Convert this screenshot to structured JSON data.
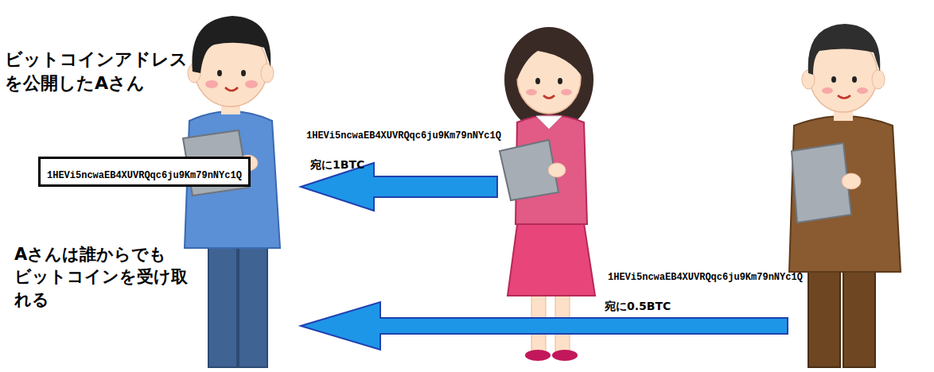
{
  "diagram": {
    "nodes": [
      {
        "text": [
          "1HEVi5ncwaEB4XUVRQqc6ju9Km79nNYc1Q"
        ]
      }
    ],
    "labels": [
      "ビットコインアドレス を公開したAさん",
      "1HEVi5ncwaEB4XUVRQqc6ju9Km79nNYc1Q",
      "宛に1BTC",
      "Aさんは誰からでも ビットコインを受け取 れる",
      "1HEVi5ncwaEB4XUVRQqc6ju9Km79nNYc1Q",
      "宛に0.5BTC"
    ]
  }
}
